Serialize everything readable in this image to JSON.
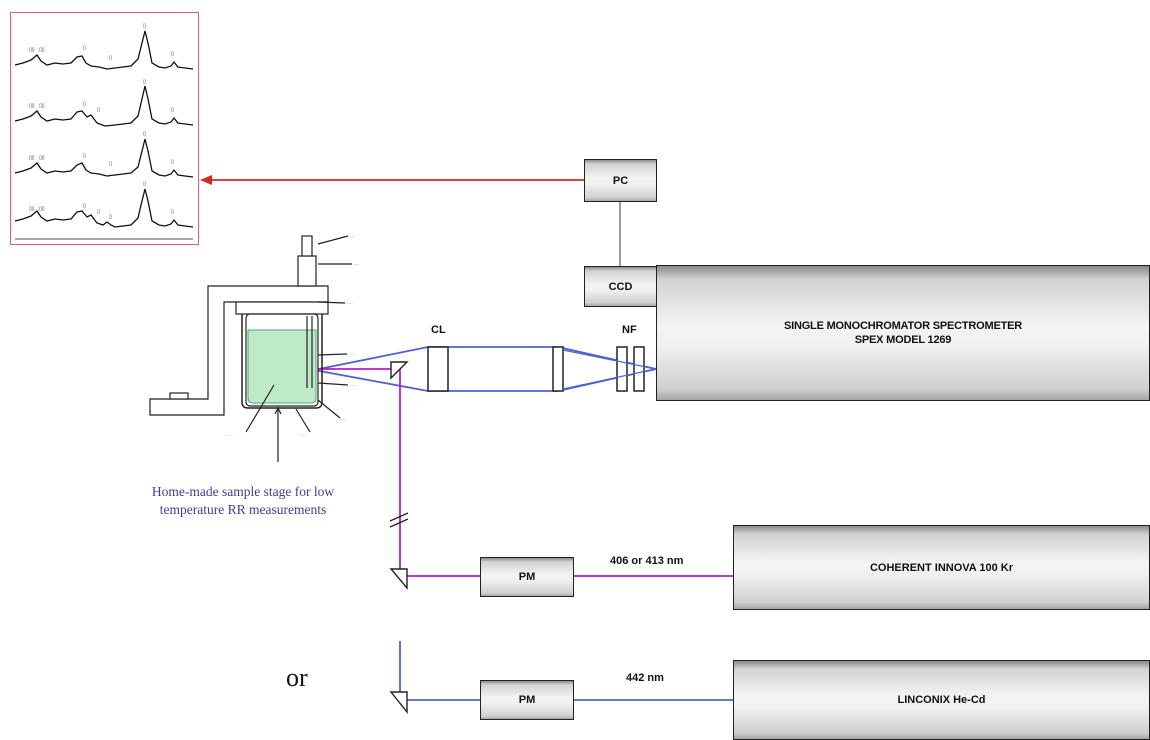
{
  "boxes": {
    "pc": "PC",
    "ccd": "CCD",
    "spectrometer_line1": "SINGLE MONOCHROMATOR SPECTROMETER",
    "spectrometer_line2": "SPEX MODEL 1269",
    "pm_top": "PM",
    "pm_bottom": "PM",
    "laser_kr": "COHERENT INNOVA 100 Kr",
    "laser_hecd": "LINCONIX He-Cd"
  },
  "labels": {
    "cl": "CL",
    "nf": "NF",
    "wavelength_kr": "406 or 413 nm",
    "wavelength_hecd": "442 nm",
    "or": "or"
  },
  "caption": {
    "line1": "Home-made sample stage for low",
    "line2": "temperature RR measurements"
  },
  "colors": {
    "beam_blue": "#4a62d8",
    "beam_magenta": "#b21ec8",
    "data_arrow": "#e02424",
    "spectra_border": "#e25a6e",
    "caption": "#3c3f98",
    "liquid": "#bfeac9"
  },
  "icons": [
    "mirror-icon",
    "lens-icon",
    "filter-icon",
    "arrow-icon"
  ]
}
